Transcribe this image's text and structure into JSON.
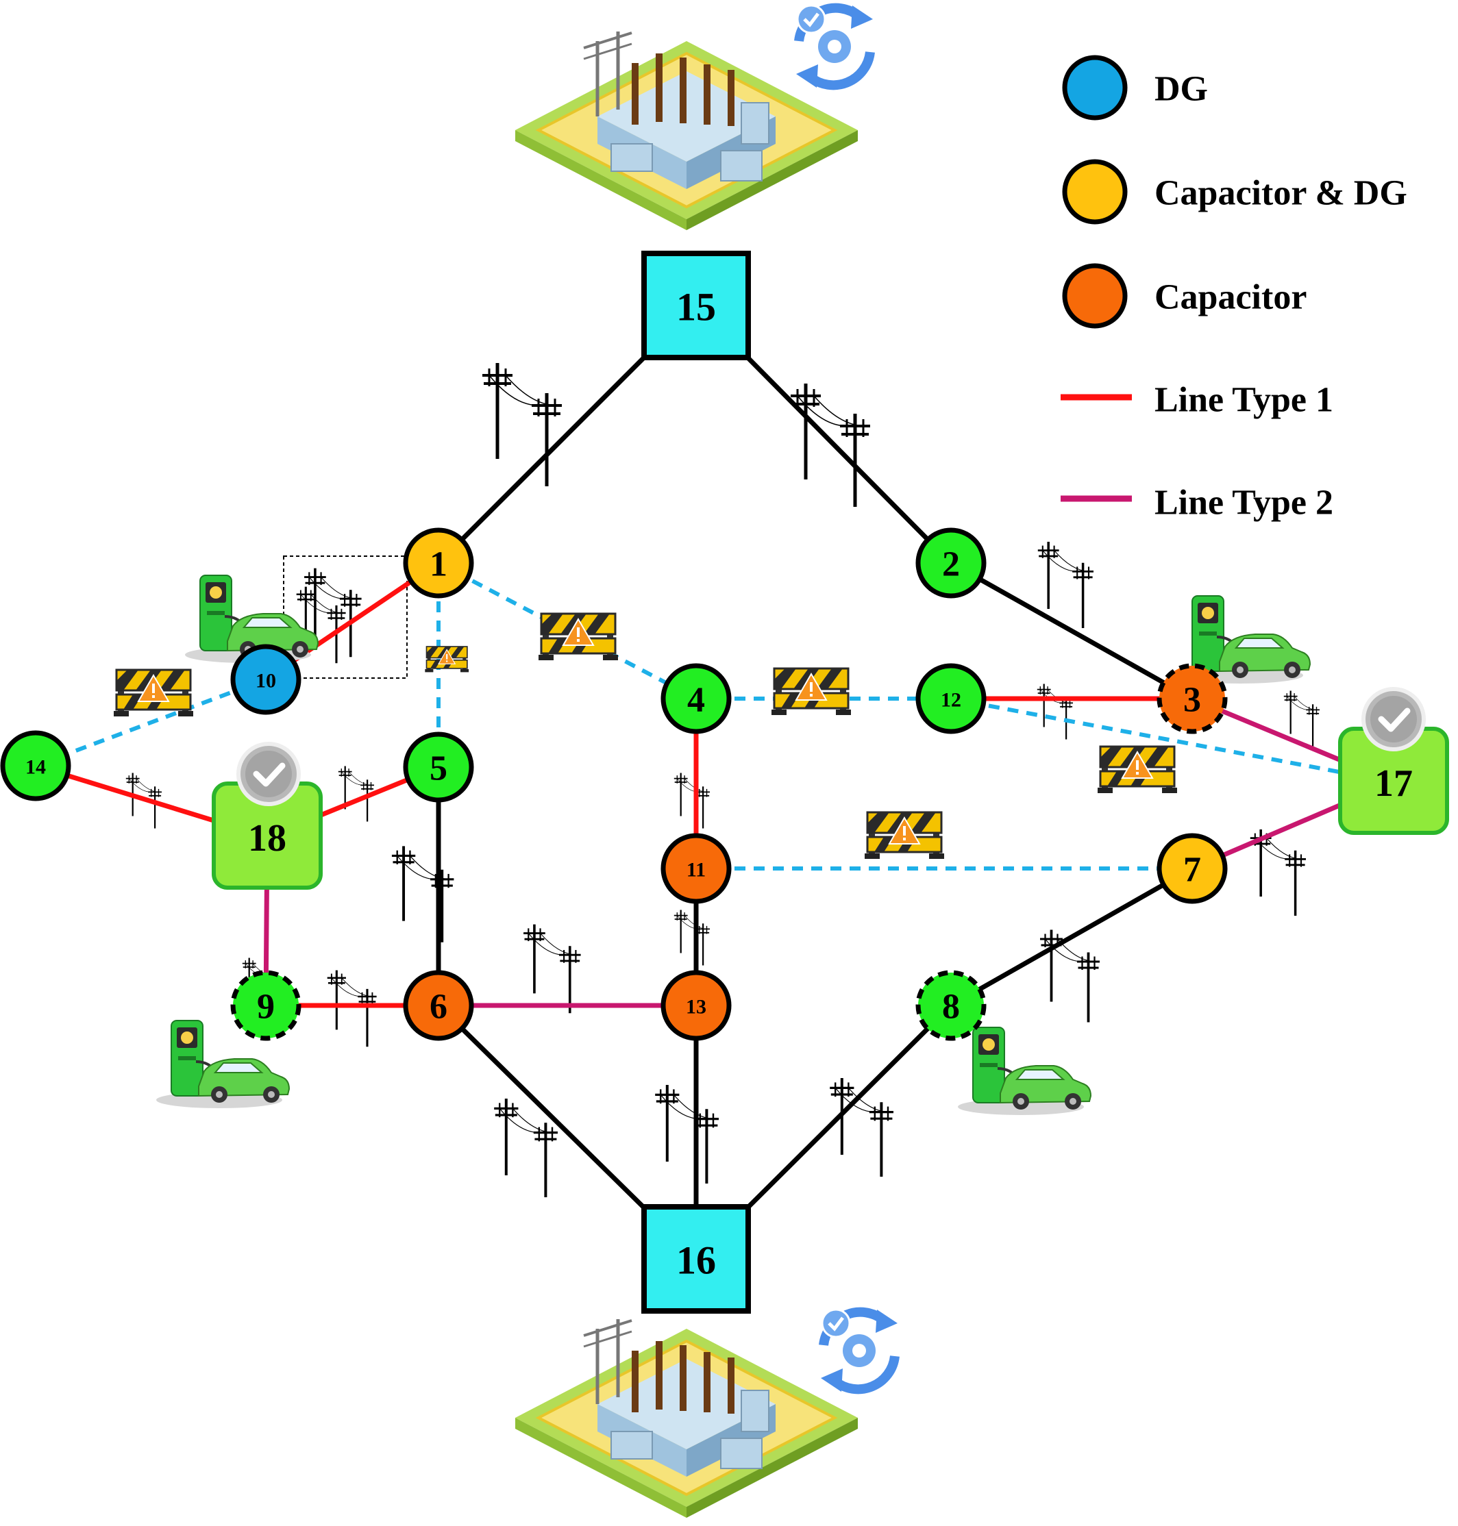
{
  "colors": {
    "dg": "#14a5e3",
    "capacitor_dg": "#ffc20e",
    "capacitor": "#f76a09",
    "plain_bus": "#22ee22",
    "substation": "#33eef0",
    "line_type_1": "#ff1010",
    "line_type_2": "#c8176f",
    "main_line": "#000000",
    "tie_line": "#1eb0e8",
    "ev_station": "#8fea3a"
  },
  "legend": [
    {
      "label": "DG",
      "kind": "dg"
    },
    {
      "label": "Capacitor & DG",
      "kind": "capacitor_dg"
    },
    {
      "label": "Capacitor",
      "kind": "capacitor"
    },
    {
      "label": "Line Type 1",
      "kind": "line_type_1"
    },
    {
      "label": "Line Type 2",
      "kind": "line_type_2"
    }
  ],
  "nodes": [
    {
      "id": "1",
      "kind": "capacitor_dg"
    },
    {
      "id": "2",
      "kind": "plain_bus"
    },
    {
      "id": "3",
      "kind": "capacitor",
      "dashed": true
    },
    {
      "id": "4",
      "kind": "plain_bus"
    },
    {
      "id": "5",
      "kind": "plain_bus"
    },
    {
      "id": "6",
      "kind": "capacitor"
    },
    {
      "id": "7",
      "kind": "capacitor_dg"
    },
    {
      "id": "8",
      "kind": "plain_bus",
      "dashed": true
    },
    {
      "id": "9",
      "kind": "plain_bus",
      "dashed": true
    },
    {
      "id": "10",
      "kind": "dg"
    },
    {
      "id": "11",
      "kind": "capacitor"
    },
    {
      "id": "12",
      "kind": "plain_bus"
    },
    {
      "id": "13",
      "kind": "capacitor"
    },
    {
      "id": "14",
      "kind": "plain_bus"
    },
    {
      "id": "15",
      "kind": "substation"
    },
    {
      "id": "16",
      "kind": "substation"
    },
    {
      "id": "17",
      "kind": "ev_station"
    },
    {
      "id": "18",
      "kind": "ev_station"
    }
  ],
  "edges": [
    {
      "from": "15",
      "to": "1",
      "type": "main"
    },
    {
      "from": "15",
      "to": "2",
      "type": "main"
    },
    {
      "from": "2",
      "to": "3",
      "type": "main"
    },
    {
      "from": "5",
      "to": "6",
      "type": "main"
    },
    {
      "from": "11",
      "to": "13",
      "type": "main"
    },
    {
      "from": "6",
      "to": "16",
      "type": "main"
    },
    {
      "from": "13",
      "to": "16",
      "type": "main"
    },
    {
      "from": "8",
      "to": "16",
      "type": "main"
    },
    {
      "from": "7",
      "to": "8",
      "type": "main"
    },
    {
      "from": "1",
      "to": "10",
      "type": "line_type_1"
    },
    {
      "from": "14",
      "to": "18",
      "type": "line_type_1"
    },
    {
      "from": "18",
      "to": "5",
      "type": "line_type_1"
    },
    {
      "from": "9",
      "to": "6",
      "type": "line_type_1"
    },
    {
      "from": "4",
      "to": "11",
      "type": "line_type_1"
    },
    {
      "from": "12",
      "to": "3",
      "type": "line_type_1"
    },
    {
      "from": "3",
      "to": "17",
      "type": "line_type_2"
    },
    {
      "from": "7",
      "to": "17",
      "type": "line_type_2"
    },
    {
      "from": "18",
      "to": "9",
      "type": "line_type_2"
    },
    {
      "from": "6",
      "to": "13",
      "type": "line_type_2"
    },
    {
      "from": "1",
      "to": "5",
      "type": "tie"
    },
    {
      "from": "1",
      "to": "4",
      "type": "tie"
    },
    {
      "from": "10",
      "to": "14",
      "type": "tie"
    },
    {
      "from": "4",
      "to": "12",
      "type": "tie"
    },
    {
      "from": "12",
      "to": "17",
      "type": "tie"
    },
    {
      "from": "11",
      "to": "7",
      "type": "tie"
    }
  ],
  "icons": {
    "substation": "substation-icon",
    "sync": "sync-gear-icon",
    "pole": "utility-pole-icon",
    "barrier": "warning-barrier-icon",
    "ev": "ev-charging-car-icon",
    "check": "checkmark-badge-icon"
  }
}
